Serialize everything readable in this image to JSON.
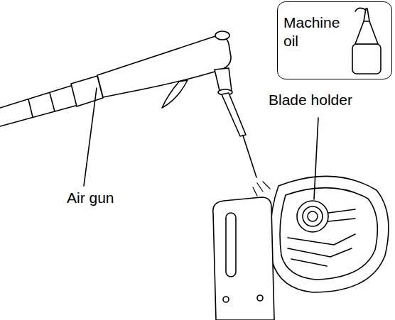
{
  "diagram": {
    "nodes": [
      {
        "text": [
          "Machine oil"
        ]
      }
    ],
    "labels": [
      "Blade holder",
      "Air gun"
    ]
  }
}
